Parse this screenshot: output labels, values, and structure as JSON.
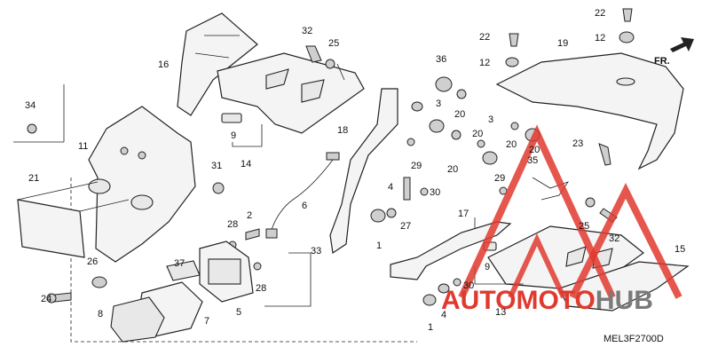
{
  "diagram": {
    "direction_label": "FR.",
    "code": "MEL3F2700D",
    "callouts": [
      {
        "id": "c16",
        "text": "16"
      },
      {
        "id": "c34",
        "text": "34"
      },
      {
        "id": "c11",
        "text": "11"
      },
      {
        "id": "c21",
        "text": "21"
      },
      {
        "id": "c9a",
        "text": "9"
      },
      {
        "id": "c14",
        "text": "14"
      },
      {
        "id": "c31",
        "text": "31"
      },
      {
        "id": "c32a",
        "text": "32"
      },
      {
        "id": "c25a",
        "text": "25"
      },
      {
        "id": "c36",
        "text": "36"
      },
      {
        "id": "c3a",
        "text": "3"
      },
      {
        "id": "c20a",
        "text": "20"
      },
      {
        "id": "c18",
        "text": "18"
      },
      {
        "id": "c20b",
        "text": "20"
      },
      {
        "id": "c20c",
        "text": "20"
      },
      {
        "id": "c29a",
        "text": "29"
      },
      {
        "id": "c3b",
        "text": "3"
      },
      {
        "id": "c20d",
        "text": "20"
      },
      {
        "id": "c20e",
        "text": "20"
      },
      {
        "id": "c22a",
        "text": "22"
      },
      {
        "id": "c22b",
        "text": "22"
      },
      {
        "id": "c12a",
        "text": "12"
      },
      {
        "id": "c12b",
        "text": "12"
      },
      {
        "id": "c19",
        "text": "19"
      },
      {
        "id": "c23",
        "text": "23"
      },
      {
        "id": "c35",
        "text": "35"
      },
      {
        "id": "c29b",
        "text": "29"
      },
      {
        "id": "c6",
        "text": "6"
      },
      {
        "id": "c4a",
        "text": "4"
      },
      {
        "id": "c30a",
        "text": "30"
      },
      {
        "id": "c27",
        "text": "27"
      },
      {
        "id": "c1a",
        "text": "1"
      },
      {
        "id": "c17",
        "text": "17"
      },
      {
        "id": "c25b",
        "text": "25"
      },
      {
        "id": "c32b",
        "text": "32"
      },
      {
        "id": "c28a",
        "text": "28"
      },
      {
        "id": "c2",
        "text": "2"
      },
      {
        "id": "c33",
        "text": "33"
      },
      {
        "id": "c26",
        "text": "26"
      },
      {
        "id": "c37",
        "text": "37"
      },
      {
        "id": "c28b",
        "text": "28"
      },
      {
        "id": "c9b",
        "text": "9"
      },
      {
        "id": "c15",
        "text": "15"
      },
      {
        "id": "c24",
        "text": "24"
      },
      {
        "id": "c5",
        "text": "5"
      },
      {
        "id": "c8",
        "text": "8"
      },
      {
        "id": "c7",
        "text": "7"
      },
      {
        "id": "c30b",
        "text": "30"
      },
      {
        "id": "c4b",
        "text": "4"
      },
      {
        "id": "c13",
        "text": "13"
      },
      {
        "id": "c1b",
        "text": "1"
      }
    ]
  },
  "watermark": {
    "part1": "AUTO",
    "part2": "MOTO",
    "part3": "HUB",
    "color_red": "#e03a2f",
    "color_gray": "#7a7a7a"
  }
}
